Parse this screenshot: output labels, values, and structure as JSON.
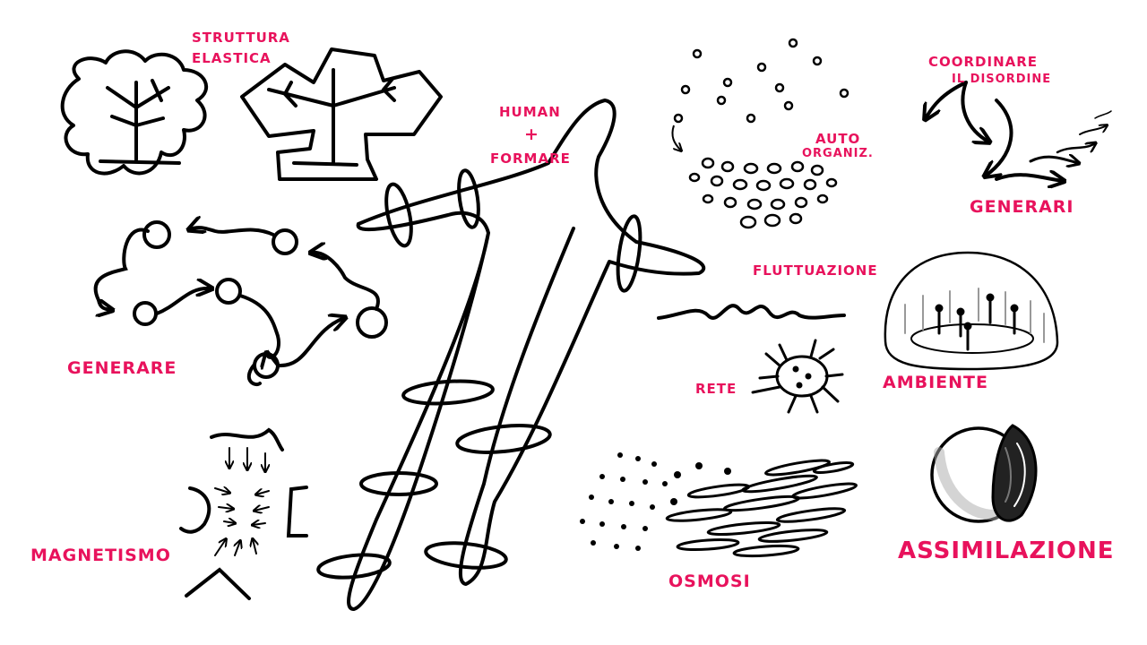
{
  "labels": {
    "struttura": "STRUTTURA",
    "elastica": "ELASTICA",
    "human": "HUMAN",
    "plus": "+",
    "formare": "FORMARE",
    "auto": "AUTO",
    "organiz": "ORGANIZ.",
    "coordinare": "COORDINARE",
    "disordine": "IL DISORDINE",
    "generari": "GENERARI",
    "fluttuazione": "FLUTTUAZIONE",
    "generare": "GENERARE",
    "rete": "RETE",
    "ambiente": "AMBIENTE",
    "magnetismo": "MAGNETISMO",
    "osmosi": "OSMOSI",
    "assimilazione": "ASSIMILAZIONE"
  },
  "colors": {
    "ink": "#000000",
    "label": "#e8125c",
    "background": "#ffffff"
  }
}
